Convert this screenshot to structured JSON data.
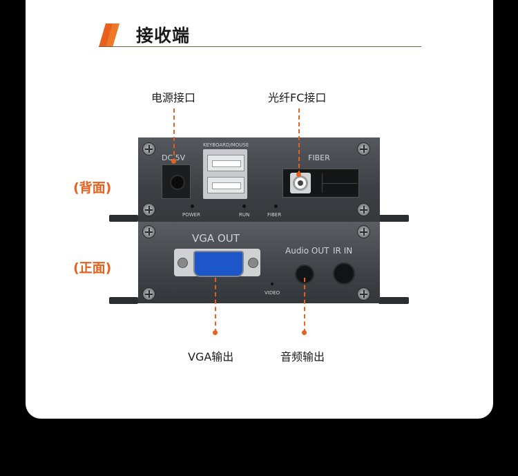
{
  "header": {
    "title": "接收端"
  },
  "labels": {
    "power_port": "电源接口",
    "fiber_port": "光纤FC接口",
    "vga_out": "VGA输出",
    "audio_out": "音频输出"
  },
  "sides": {
    "back": "(背面)",
    "front": "(正面)"
  },
  "back_panel": {
    "dc": "DC 5V",
    "keyboard_mouse": "KEYBOARD/MOUSE",
    "fiber": "FIBER",
    "power": "POWER",
    "run": "RUN",
    "fiber_led": "FIBER"
  },
  "front_panel": {
    "vga": "VGA OUT",
    "audio": "Audio OUT",
    "ir": "IR IN",
    "video": "VIDEO"
  },
  "colors": {
    "accent": "#e8601c",
    "vga_blue": "#1d56c8"
  }
}
